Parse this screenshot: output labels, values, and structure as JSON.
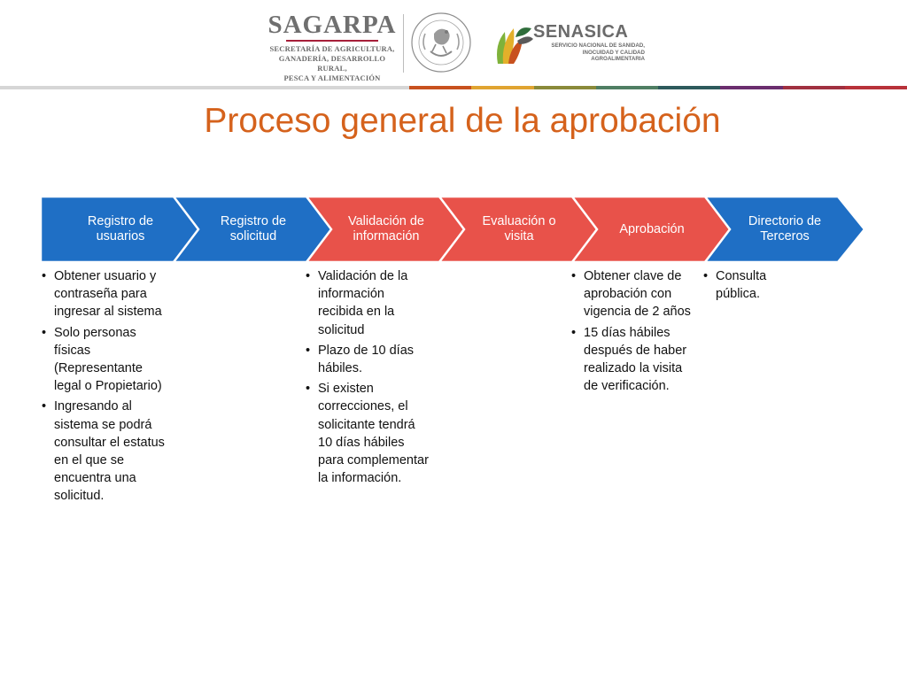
{
  "header": {
    "sagarpa": {
      "name": "SAGARPA",
      "subtitle": [
        "SECRETARÍA DE AGRICULTURA,",
        "GANADERÍA, DESARROLLO RURAL,",
        "PESCA Y ALIMENTACIÓN"
      ]
    },
    "senasica": {
      "name": "SENASICA",
      "subtitle": [
        "SERVICIO NACIONAL DE SANIDAD,",
        "INOCUIDAD Y CALIDAD",
        "AGROALIMENTARIA"
      ]
    },
    "stripe_colors": [
      "#c8511f",
      "#e0a431",
      "#8a8a3a",
      "#4f7e63",
      "#2d5a5c",
      "#6b2e6e",
      "#a03040",
      "#b8323a"
    ]
  },
  "title": "Proceso general de la aprobación",
  "steps": [
    {
      "label": "Registro de usuarios",
      "color": "#1f6fc5",
      "bullets": [
        "Obtener usuario y contraseña para ingresar al sistema",
        "Solo personas físicas (Representante legal o Propietario)",
        "Ingresando al sistema se podrá consultar el estatus en el que se encuentra una solicitud."
      ]
    },
    {
      "label": "Registro de solicitud",
      "color": "#1f6fc5",
      "bullets": []
    },
    {
      "label": "Validación de información",
      "color": "#e8524a",
      "bullets": [
        "Validación de la información recibida en la solicitud",
        "Plazo de 10 días hábiles.",
        "Si existen correcciones, el solicitante tendrá 10 días hábiles para complementar la información."
      ]
    },
    {
      "label": "Evaluación o visita",
      "color": "#e8524a",
      "bullets": []
    },
    {
      "label": "Aprobación",
      "color": "#e8524a",
      "bullets": [
        "Obtener clave de aprobación con vigencia de 2 años",
        "15 días hábiles después de haber realizado la visita de verificación."
      ]
    },
    {
      "label": "Directorio de Terceros",
      "color": "#1f6fc5",
      "bullets": [
        "Consulta pública."
      ]
    }
  ]
}
